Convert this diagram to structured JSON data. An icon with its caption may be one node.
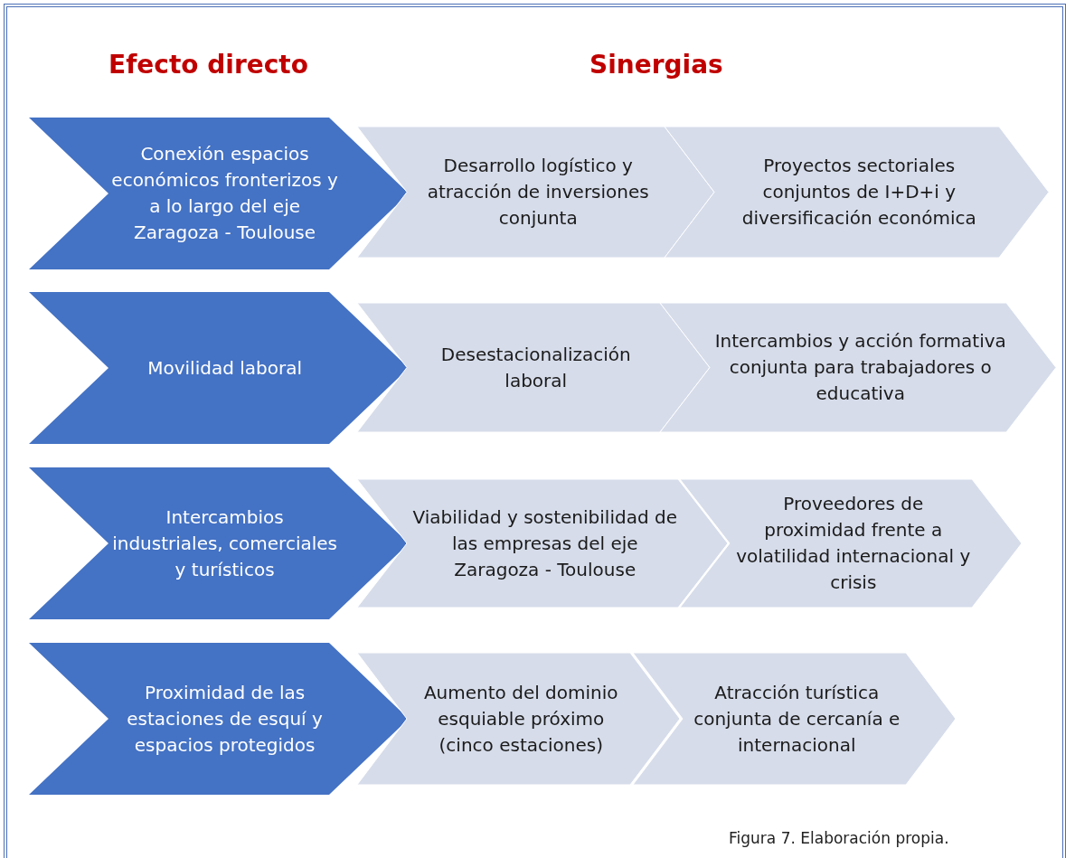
{
  "diagram": {
    "caption": "Figura 7. Elaboración propia.",
    "nodes": [
      {
        "text": [
          "Conexión espacios económicos fronterizos y a lo largo del eje Zaragoza - Toulouse"
        ]
      },
      {
        "text": [
          "Desarrollo logístico y atracción de inversiones conjunta"
        ]
      },
      {
        "text": [
          "Proyectos sectoriales conjuntos de I+D+i y diversificación económica"
        ]
      },
      {
        "text": [
          "Movilidad laboral"
        ]
      },
      {
        "text": [
          "Desestacionalización laboral"
        ]
      },
      {
        "text": [
          "Intercambios y acción formativa conjunta para trabajadores o educativa"
        ]
      },
      {
        "text": [
          "Intercambios industriales, comerciales y turísticos"
        ]
      },
      {
        "text": [
          "Viabilidad y sostenibilidad de las empresas del eje Zaragoza - Toulouse"
        ]
      },
      {
        "text": [
          "Proveedores de proximidad frente a volatilidad internacional y crisis"
        ]
      },
      {
        "text": [
          "Proximidad de las estaciones de esquí y espacios protegidos"
        ]
      },
      {
        "text": [
          "Aumento del dominio esquiable próximo (cinco estaciones)"
        ]
      },
      {
        "text": [
          "Atracción turística conjunta de cercanía e internacional"
        ]
      }
    ],
    "edges": [],
    "labels": [
      "Efecto directo",
      "Sinergias"
    ]
  }
}
